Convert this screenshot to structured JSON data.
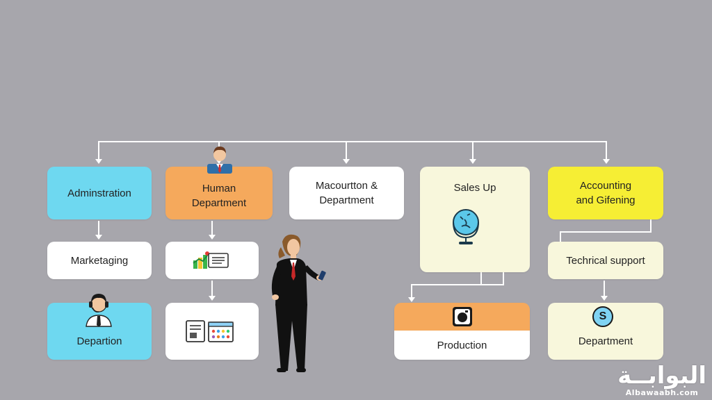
{
  "colors": {
    "background": "#a7a6ac",
    "cyan": "#6ed8f0",
    "orange": "#f5a95c",
    "white": "#ffffff",
    "cream": "#f8f7dc",
    "yellow": "#f6ee34",
    "connector": "#ffffff"
  },
  "boxes": {
    "administration": "Adminstration",
    "human_department": "Human\nDepartment",
    "macourtion_department": "Macourtton &\nDepartment",
    "sales_up": "Sales Up",
    "accounting": "Accounting\nand Gifening",
    "marketaging": "Marketaging",
    "technical_support": "Techrical support",
    "departion": "Departion",
    "production": "Production",
    "department_bottom": "Department"
  },
  "icons": {
    "person_top": "businessman-avatar-icon",
    "chart_card": "growth-chart-card-icon",
    "calendar": "calendar-icon",
    "headset": "headset-operator-icon",
    "globe": "globe-icon",
    "camera": "camera-icon",
    "dollar": "dollar-coin-icon",
    "dollar_glyph": "S",
    "woman": "businesswoman-with-phone-figure"
  },
  "watermark": {
    "arabic": "البوابــة",
    "latin": "Albawaabh.com"
  }
}
